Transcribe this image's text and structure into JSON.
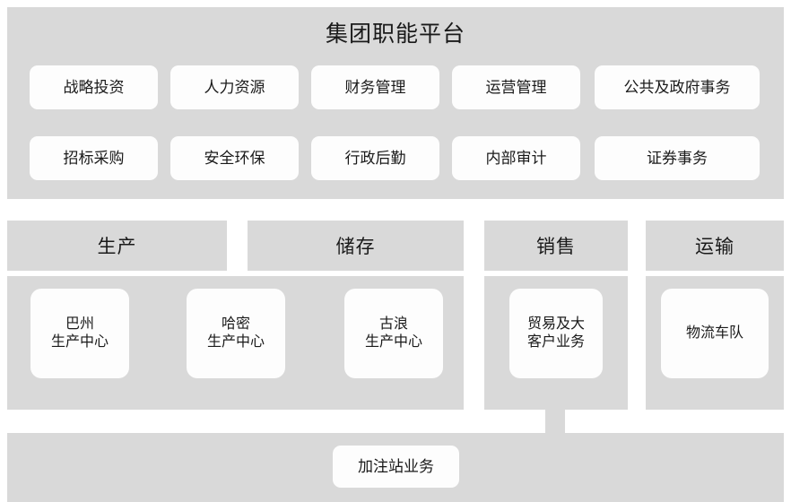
{
  "colors": {
    "panel_gray": "#d9d9d9",
    "card_white": "#fdfdfd",
    "text": "#1a1a1a",
    "background": "#ffffff"
  },
  "top_panel": {
    "title": "集团职能平台",
    "rows": [
      [
        "战略投资",
        "人力资源",
        "财务管理",
        "运营管理",
        "公共及政府事务"
      ],
      [
        "招标采购",
        "安全环保",
        "行政后勤",
        "内部审计",
        "证券事务"
      ]
    ]
  },
  "value_chain": {
    "headers": {
      "production": "生产",
      "storage": "储存",
      "sales": "销售",
      "transport": "运输"
    },
    "units": {
      "bazhou": "巴州\n生产中心",
      "bazhou_line1": "巴州",
      "bazhou_line2": "生产中心",
      "hami_line1": "哈密",
      "hami_line2": "生产中心",
      "gulang_line1": "古浪",
      "gulang_line2": "生产中心",
      "trade_line1": "贸易及大",
      "trade_line2": "客户业务",
      "fleet": "物流车队"
    }
  },
  "bottom_panel": {
    "station": "加注站业务"
  }
}
